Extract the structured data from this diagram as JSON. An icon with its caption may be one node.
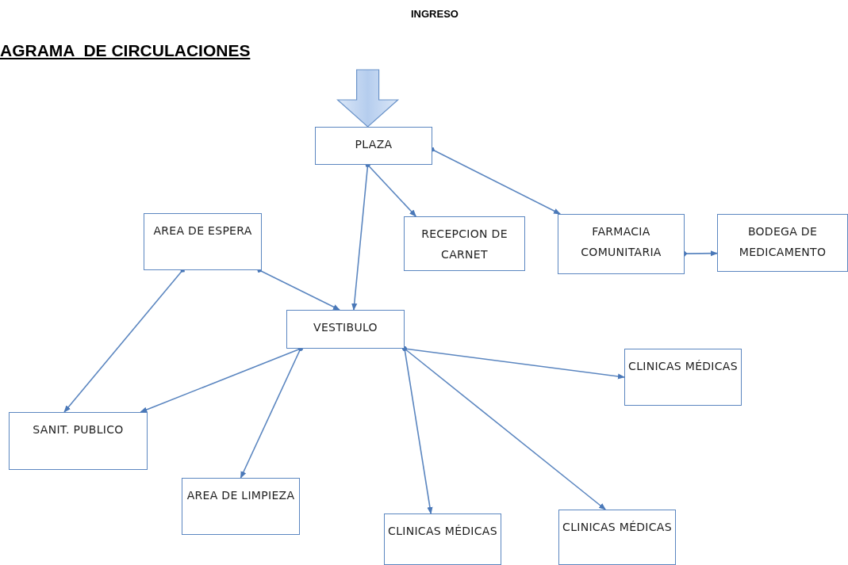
{
  "diagram": {
    "title": "AGRAMA  DE CIRCULACIONES",
    "nodes": [
      {
        "text": [
          "PLAZA"
        ]
      },
      {
        "text": [
          "AREA DE ESPERA"
        ]
      },
      {
        "text": [
          "RECEPCION DE CARNET"
        ]
      },
      {
        "text": [
          "FARMACIA COMUNITARIA"
        ]
      },
      {
        "text": [
          "BODEGA DE MEDICAMENTO"
        ]
      },
      {
        "text": [
          "VESTIBULO"
        ]
      },
      {
        "text": [
          "CLINICAS MÉDICAS"
        ]
      },
      {
        "text": [
          "SANIT. PUBLICO"
        ]
      },
      {
        "text": [
          "AREA DE LIMPIEZA"
        ]
      },
      {
        "text": [
          "CLINICAS MÉDICAS"
        ]
      },
      {
        "text": [
          "CLINICAS MÉDICAS"
        ]
      }
    ],
    "edges": [
      {
        "from": null,
        "to": 0,
        "arrow": "to",
        "style": "thick"
      },
      {
        "from": 0,
        "to": 5,
        "arrow": "to"
      },
      {
        "from": 0,
        "to": 2,
        "arrow": "to"
      },
      {
        "from": 0,
        "to": 3,
        "arrow": "to"
      },
      {
        "from": 3,
        "to": 4,
        "arrow": "to"
      },
      {
        "from": 1,
        "to": 7,
        "arrow": "to"
      },
      {
        "from": 1,
        "to": 5,
        "arrow": "to"
      },
      {
        "from": 5,
        "to": 7,
        "arrow": "to"
      },
      {
        "from": 5,
        "to": 8,
        "arrow": "to"
      },
      {
        "from": 5,
        "to": 6,
        "arrow": "to"
      },
      {
        "from": 5,
        "to": 9,
        "arrow": "to"
      },
      {
        "from": 5,
        "to": 10,
        "arrow": "to"
      }
    ],
    "labels": [
      "INGRESO"
    ]
  }
}
